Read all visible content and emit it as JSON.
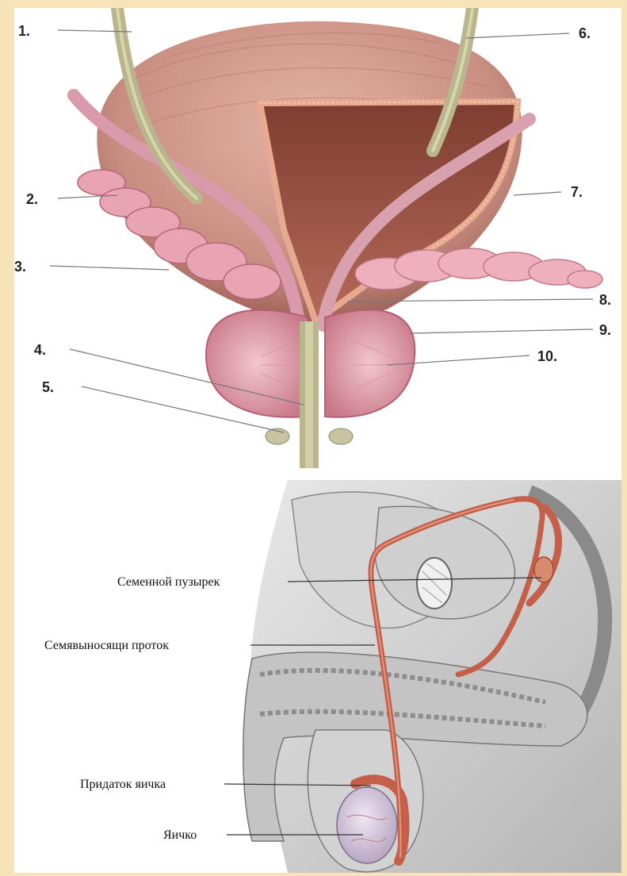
{
  "top_diagram": {
    "labels": [
      "1.",
      "2.",
      "3.",
      "4.",
      "5.",
      "6.",
      "7.",
      "8.",
      "9.",
      "10."
    ]
  },
  "bottom_diagram": {
    "labels": {
      "seminal_vesicle": "Семенной пузырек",
      "vas_deferens": "Семявыносящи проток",
      "epididymis": "Придаток яичка",
      "testis": "Яичко"
    }
  },
  "colors": {
    "background": "#f6e3b8",
    "bladder": "#c98e82",
    "ureter": "#b7b48a",
    "prostate": "#e3a3b0",
    "duct": "#c4604a"
  }
}
